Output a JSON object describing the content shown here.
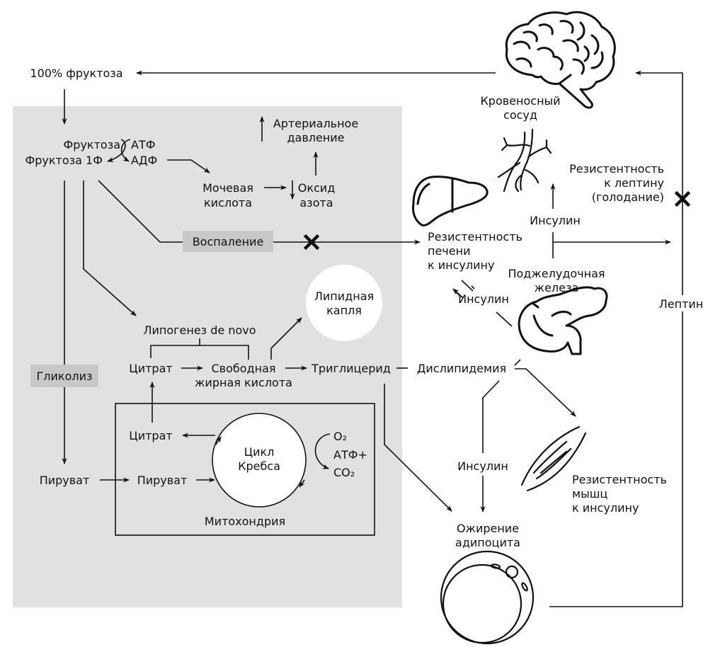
{
  "colors": {
    "panel_background": "#e1e1e1",
    "tag_background": "#c8c8c8",
    "line": "#111111",
    "lipid_droplet": "#ffffff"
  },
  "labels": {
    "fructose_100": "100% фруктоза",
    "fructose": "Фруктоза",
    "fructose_1p": "Фруктоза 1Ф",
    "atp": "АТФ",
    "adp": "АДФ",
    "arterial_pressure_1": "Артериальное",
    "arterial_pressure_2": "давление",
    "uric_acid_1": "Мочевая",
    "uric_acid_2": "кислота",
    "nitric_oxide_1": "Оксид",
    "nitric_oxide_2": "азота",
    "inflammation": "Воспаление",
    "lipid_droplet_1": "Липидная",
    "lipid_droplet_2": "капля",
    "de_novo_lipogenesis": "Липогенез de novo",
    "citrate": "Цитрат",
    "free_fatty_acid_1": "Свободная",
    "free_fatty_acid_2": "жирная кислота",
    "triglyceride": "Триглицерид",
    "dyslipidemia": "Дислипидемия",
    "glycolysis": "Гликолиз",
    "citrate_mito": "Цитрат",
    "pyruvate": "Пируват",
    "pyruvate_mito": "Пируват",
    "krebs_1": "Цикл",
    "krebs_2": "Кребса",
    "o2": "O₂",
    "atp_plus": "АТФ+",
    "co2": "CO₂",
    "mitochondria": "Митохондрия",
    "blood_vessel_1": "Кровеносный",
    "blood_vessel_2": "сосуд",
    "leptin_resistance_1": "Резистентность",
    "leptin_resistance_2": "к лептину",
    "leptin_resistance_3": "(голодание)",
    "insulin_top": "Инсулин",
    "liver_resistance_1": "Резистентность",
    "liver_resistance_2": "печени",
    "liver_resistance_3": "к инсулину",
    "pancreas_1": "Поджелудочная",
    "pancreas_2": "железа",
    "insulin_left": "Инсулин",
    "leptin": "Лептин",
    "insulin_bottom": "Инсулин",
    "muscle_resistance_1": "Резистентность",
    "muscle_resistance_2": "мышц",
    "muscle_resistance_3": "к инсулину",
    "adipocyte_1": "Ожирение",
    "adipocyte_2": "адипоцита"
  },
  "icons": [
    "brain-icon",
    "blood-vessel-icon",
    "liver-icon",
    "pancreas-icon",
    "muscle-icon",
    "adipocyte-icon",
    "block-x-icon"
  ]
}
